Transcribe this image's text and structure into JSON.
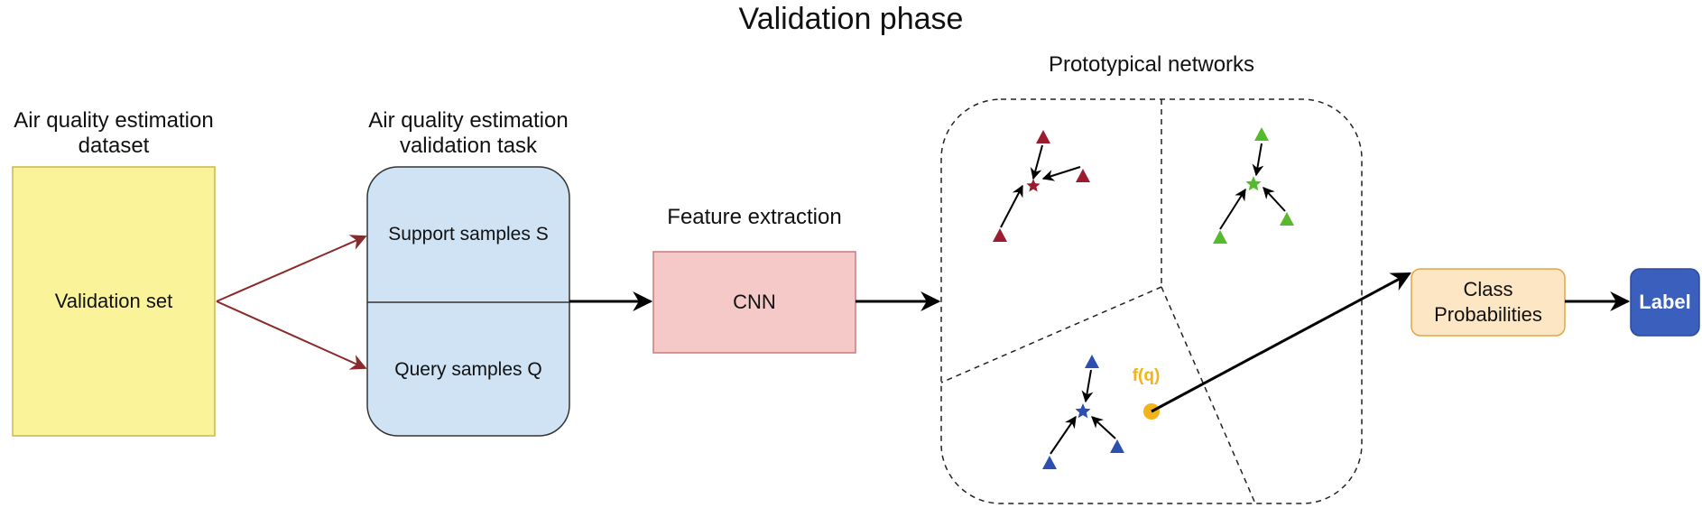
{
  "title": "Validation phase",
  "dataset": {
    "heading_line1": "Air quality estimation",
    "heading_line2": "dataset",
    "box_label": "Validation set",
    "fill": "#faf39a",
    "stroke": "#c9b84b"
  },
  "task": {
    "heading_line1": "Air quality estimation",
    "heading_line2": "validation task",
    "support_label": "Support samples S",
    "query_label": "Query samples Q",
    "fill": "#cfe3f5",
    "stroke": "#333333"
  },
  "feature_extraction": {
    "heading": "Feature extraction",
    "box_label": "CNN",
    "fill": "#f6c9c9",
    "stroke": "#c87a7a"
  },
  "prototypical": {
    "heading": "Prototypical networks",
    "query_label": "f(q)",
    "class_colors": [
      "#9c1c2f",
      "#55bb2c",
      "#2d4fb0"
    ],
    "query_color": "#f3b41a"
  },
  "class_probabilities": {
    "line1": "Class",
    "line2": "Probabilities",
    "fill": "#fde6c4",
    "stroke": "#e0a740"
  },
  "label_box": {
    "label": "Label",
    "fill": "#3a5fbd"
  },
  "arrow_colors": {
    "branch": "#8b2a2a",
    "main": "#000000"
  }
}
